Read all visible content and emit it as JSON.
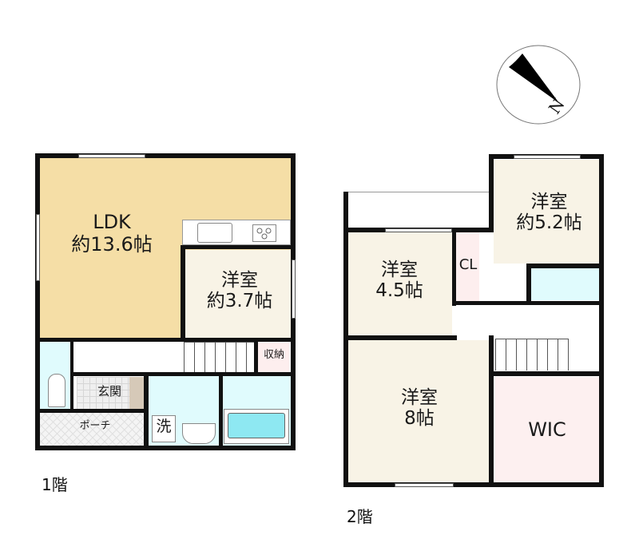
{
  "compass": {
    "icon": "north-arrow-icon",
    "label": "N"
  },
  "floor1": {
    "label": "1階",
    "rooms": {
      "ldk": {
        "name": "LDK",
        "size": "約13.6帖",
        "color": "#f5dea6"
      },
      "western": {
        "name": "洋室",
        "size": "約3.7帖",
        "color": "#f8f3e6"
      },
      "storage": {
        "name": "収納",
        "color": "#fdeeee"
      },
      "entrance": {
        "name": "玄関"
      },
      "porch": {
        "name": "ポーチ"
      },
      "washroom": {
        "name": "洗",
        "color": "#e0fbfd"
      },
      "bath": {
        "color": "#e0fbfd",
        "tub_color": "#8ee8f2"
      },
      "toilet": {
        "color": "#e0fbfd"
      }
    }
  },
  "floor2": {
    "label": "2階",
    "rooms": {
      "western_a": {
        "name": "洋室",
        "size": "約5.2帖",
        "color": "#f8f3e6"
      },
      "western_b": {
        "name": "洋室",
        "size": "4.5帖",
        "color": "#f8f3e6"
      },
      "western_c": {
        "name": "洋室",
        "size": "8帖",
        "color": "#f8f3e6"
      },
      "closet": {
        "name": "CL",
        "color": "#fdeeee"
      },
      "wic": {
        "name": "WIC",
        "color": "#fdf0f0"
      },
      "utility": {
        "color": "#e0fbfd"
      }
    }
  }
}
